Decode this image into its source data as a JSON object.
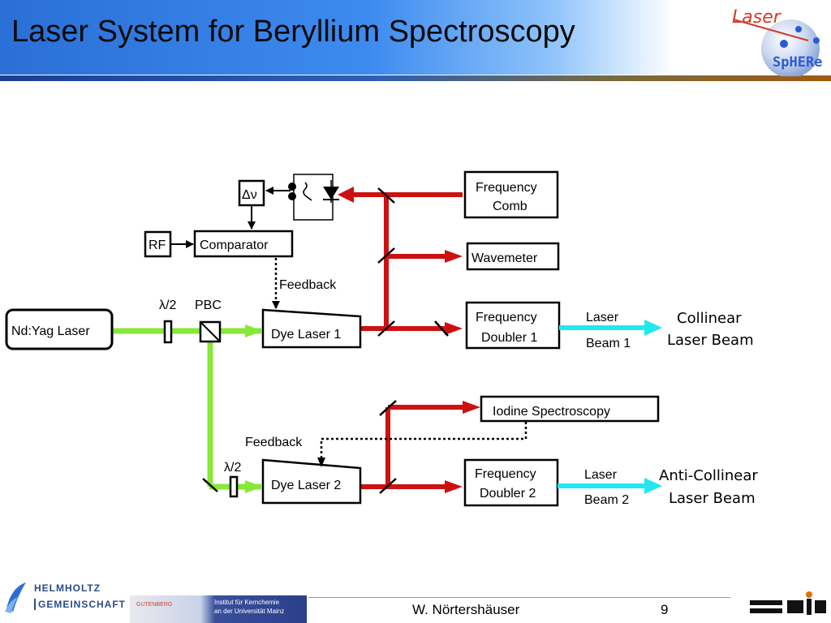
{
  "title": "Laser System for Beryllium Spectroscopy",
  "diagram": {
    "nd_yag": "Nd:Yag Laser",
    "lambda_half_1": "λ/2",
    "pbc": "PBC",
    "dye_laser_1": "Dye Laser 1",
    "dye_laser_2": "Dye Laser 2",
    "lambda_half_2": "λ/2",
    "feedback_1": "Feedback",
    "feedback_2": "Feedback",
    "comparator": "Comparator",
    "rf": "RF",
    "delta_nu": "Δν",
    "freq_comb": [
      "Frequency",
      "Comb"
    ],
    "wavemeter": "Wavemeter",
    "freq_doubler_1": [
      "Frequency",
      "Doubler 1"
    ],
    "freq_doubler_2": [
      "Frequency",
      "Doubler 2"
    ],
    "iodine": "Iodine Spectroscopy",
    "laser_beam_1": [
      "Laser",
      "Beam 1"
    ],
    "laser_beam_2": [
      "Laser",
      "Beam 2"
    ],
    "collinear": [
      "Collinear",
      "Laser Beam"
    ],
    "anti_collinear": [
      "Anti-Collinear",
      "Laser Beam"
    ]
  },
  "colors": {
    "green_beam": "#88e838",
    "red_beam": "#cc1111",
    "cyan_beam": "#22e8ee"
  },
  "footer": {
    "author": "W. Nörtershäuser",
    "page": "9",
    "helmholtz_line1": "HELMHOLTZ",
    "helmholtz_line2": "GEMEINSCHAFT",
    "mainz_line1": "Institut für Kernchemie",
    "mainz_line2": "an der Universität Mainz",
    "gutenberg": "GUTENBERG",
    "gsi": "GSI"
  },
  "logo": {
    "laser": "Laser",
    "sphere": "SpHERe"
  }
}
